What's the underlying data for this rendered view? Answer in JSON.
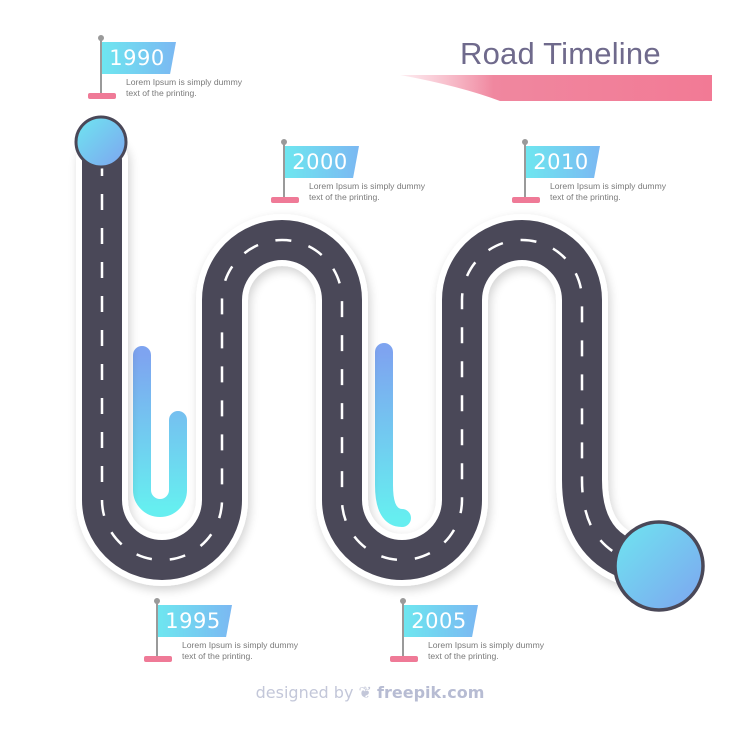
{
  "title": "Road Timeline",
  "milestones": [
    {
      "year": "1990",
      "desc_line1": "Lorem Ipsum is simply dummy",
      "desc_line2": "text of the printing."
    },
    {
      "year": "1995",
      "desc_line1": "Lorem Ipsum is simply dummy",
      "desc_line2": "text of the printing."
    },
    {
      "year": "2000",
      "desc_line1": "Lorem Ipsum is simply dummy",
      "desc_line2": "text of the printing."
    },
    {
      "year": "2005",
      "desc_line1": "Lorem Ipsum is simply dummy",
      "desc_line2": "text of the printing."
    },
    {
      "year": "2010",
      "desc_line1": "Lorem Ipsum is simply dummy",
      "desc_line2": "text of the printing."
    }
  ],
  "credit": {
    "prefix": "designed by",
    "brand": "freepik.com"
  },
  "colors": {
    "road": "#4a4858",
    "road_border": "#ffffff",
    "dash": "#ffffff",
    "flag_start": "#6ee6f0",
    "flag_end": "#7bb8f2",
    "bar_top": "#7ea4f0",
    "bar_bottom": "#66eef0",
    "accent_pink": "#ef7a97",
    "title": "#6f6a8c"
  }
}
